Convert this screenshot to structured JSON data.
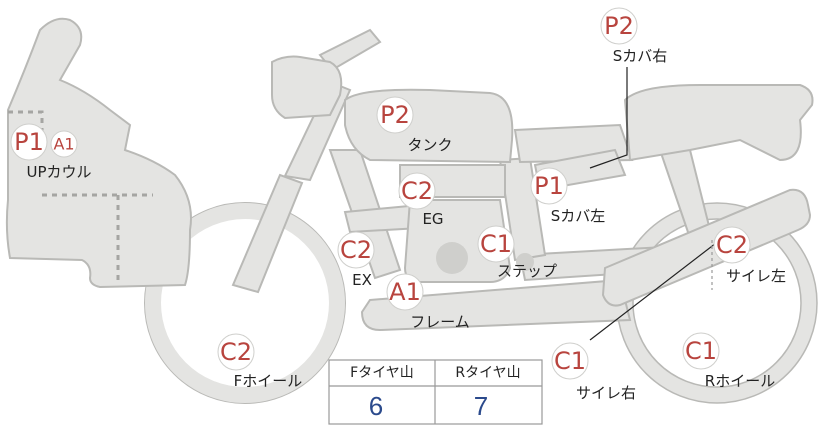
{
  "parts": {
    "tank": {
      "code": "P2",
      "label": "タンク"
    },
    "s_cover_r": {
      "code": "P2",
      "label": "Sカバ右"
    },
    "s_cover_l": {
      "code": "P1",
      "label": "Sカバ左"
    },
    "up_cowl": {
      "code": "P1",
      "code2": "A1",
      "label": "UPカウル"
    },
    "engine": {
      "code": "C2",
      "label": "EG"
    },
    "exhaust": {
      "code": "C2",
      "label": "EX"
    },
    "step": {
      "code": "C1",
      "label": "ステップ"
    },
    "frame": {
      "code": "A1",
      "label": "フレーム"
    },
    "muffler_l": {
      "code": "C2",
      "label": "サイレ左"
    },
    "muffler_r": {
      "code": "C1",
      "label": "サイレ右"
    },
    "f_wheel": {
      "code": "C2",
      "label": "Fホイール"
    },
    "r_wheel": {
      "code": "C1",
      "label": "Rホイール"
    }
  },
  "tire_table": {
    "headers": [
      "Fタイヤ山",
      "Rタイヤ山"
    ],
    "values": [
      "6",
      "7"
    ]
  },
  "colors": {
    "code": "#b8443e",
    "value": "#2b4a8c",
    "body": "#e4e4e2",
    "outline": "#b9b9b6"
  }
}
